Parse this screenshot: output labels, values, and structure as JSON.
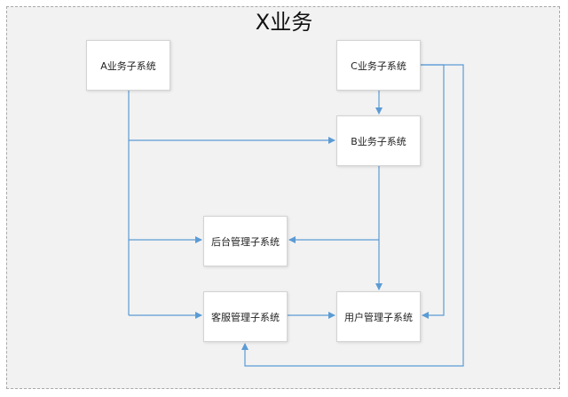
{
  "diagram": {
    "title": "X业务",
    "nodes": {
      "a": "A业务子系统",
      "c": "C业务子系统",
      "b": "B业务子系统",
      "houtai": "后台管理子系统",
      "kefu": "客服管理子系统",
      "yonghu": "用户管理子系统"
    }
  },
  "colors": {
    "connector": "#5b9bd5",
    "frame_fill": "#f2f2f2",
    "frame_border": "#a9a9a9"
  }
}
